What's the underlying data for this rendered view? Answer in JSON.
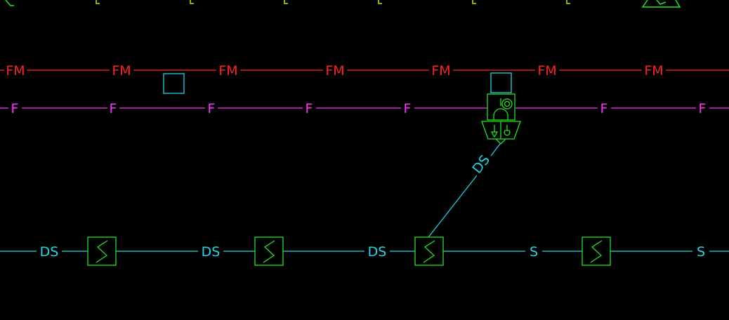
{
  "colors": {
    "background": "#000000",
    "fm_line": "#ff2020",
    "f_line": "#ff30ff",
    "ds_line": "#1fd6e6",
    "equipment": "#22e322",
    "top_marks": "#d6d600"
  },
  "lines": {
    "fm": {
      "label": "FM"
    },
    "f": {
      "label": "F"
    },
    "ds": {
      "labels": [
        "DS",
        "DS",
        "DS",
        "S",
        "S"
      ]
    },
    "branch": {
      "label": "DS"
    }
  },
  "symbols": {
    "valve_icon": "s-valve-icon",
    "fixture_icon": "fixture-icon",
    "box_icon": "square-box-icon"
  }
}
